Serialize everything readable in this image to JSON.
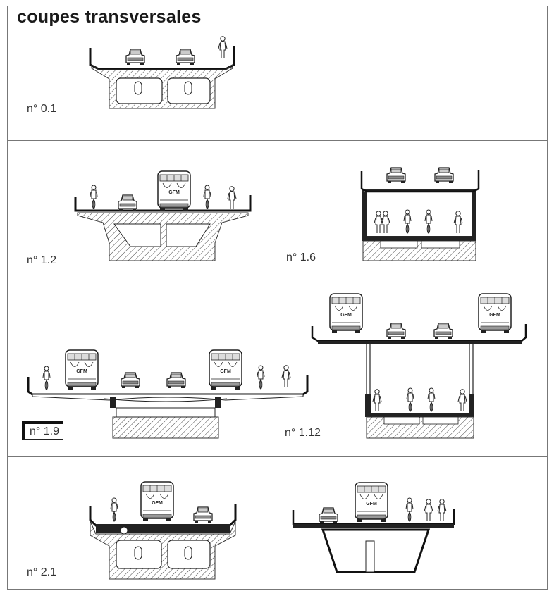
{
  "title": "coupes transversales",
  "sections": [
    {
      "id": "0.1",
      "label": "n° 0.1"
    },
    {
      "id": "1.2",
      "label": "n° 1.2"
    },
    {
      "id": "1.6",
      "label": "n° 1.6"
    },
    {
      "id": "1.9",
      "label": "n° 1.9"
    },
    {
      "id": "1.12",
      "label": "n° 1.12"
    },
    {
      "id": "2.1",
      "label": "n° 2.1"
    },
    {
      "id": "2.x",
      "label": ""
    }
  ],
  "vehicle_text": "GFM",
  "highlighted_section": "1.9"
}
